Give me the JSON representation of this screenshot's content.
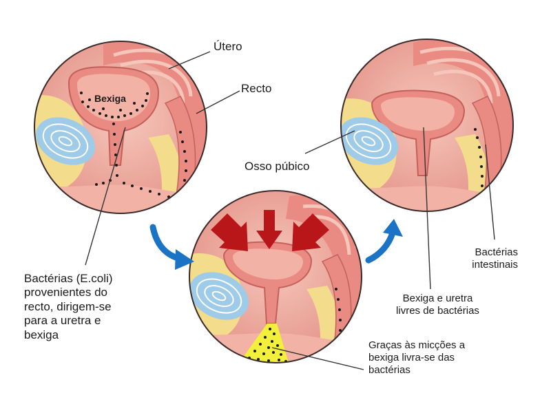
{
  "labels": {
    "utero": "Útero",
    "recto": "Recto",
    "bexiga": "Bexiga",
    "osso_pubico": "Osso púbico",
    "bacterias_ecoli": [
      "Bactérias (E.coli)",
      "provenientes do",
      "recto, dirigem-se",
      "para a uretra e",
      "bexiga"
    ],
    "bacterias_intestinais": [
      "Bactérias",
      "intestinais"
    ],
    "bexiga_uretra_livres": [
      "Bexiga e uretra",
      "livres de bactérias"
    ],
    "miccoes": [
      "Graças às micções a",
      "bexiga livra-se das",
      "bactérias"
    ]
  },
  "colors": {
    "tissue": "#e98a83",
    "tissue_light": "#f2b2a6",
    "fat": "#f3dc8c",
    "bone": "#9ecbe8",
    "arrow_red": "#b9161a",
    "arrow_blue": "#1a73c4",
    "bacteria": "#1a1a1a",
    "urine": "#f2f03a"
  },
  "icons": [
    "flow-arrow-icon",
    "contraction-arrow-icon"
  ]
}
